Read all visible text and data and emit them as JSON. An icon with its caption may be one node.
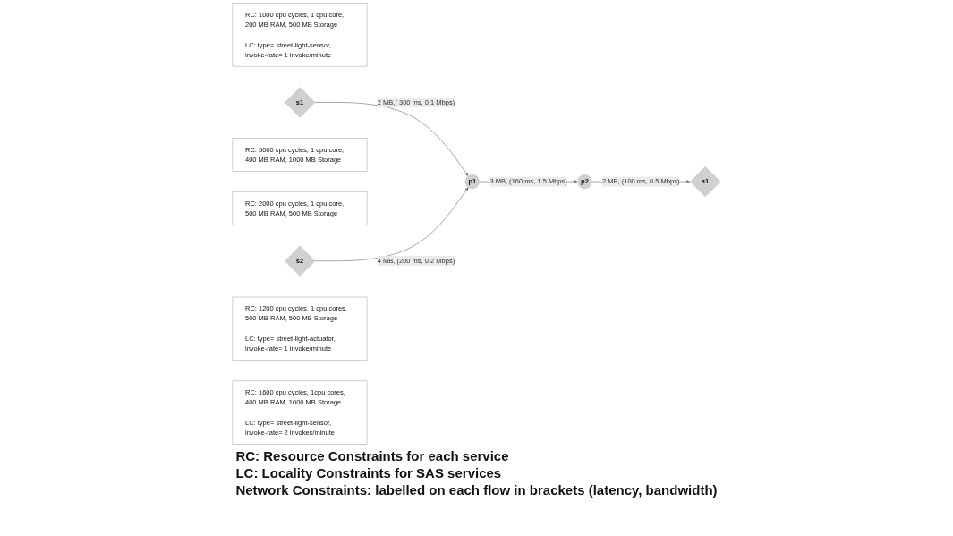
{
  "diagram": {
    "nodes": [
      {
        "text": [
          "RC: 1000 cpu cycles, 1 cpu core, 200 MB RAM, 500 MB Storage",
          "LC: type= street-light-sensor, invoke-rate= 1 invoke/minute"
        ]
      },
      {
        "text": [
          "s1"
        ]
      },
      {
        "text": [
          "RC: 5000 cpu cycles, 1 cpu core, 400 MB RAM, 1000 MB Storage"
        ]
      },
      {
        "text": [
          "RC: 2000 cpu cycles, 1 cpu core, 500 MB RAM, 500 MB Storage"
        ]
      },
      {
        "text": [
          "p1"
        ]
      },
      {
        "text": [
          "p2"
        ]
      },
      {
        "text": [
          "a1"
        ]
      },
      {
        "text": [
          "s2"
        ]
      },
      {
        "text": [
          "RC: 1200 cpu cycles, 1 cpu cores, 500 MB RAM, 500 MB Storage",
          "LC: type= street-light-actuator, invoke-rate= 1 invoke/minute"
        ]
      },
      {
        "text": [
          "RC: 1600 cpu cycles, 1cpu cores, 400 MB RAM, 1000 MB Storage",
          "LC: type= street-light-sensor, invoke-rate= 2 invokes/minute"
        ]
      }
    ],
    "edges": [
      {
        "from": 1,
        "to": 4,
        "arrow": "to",
        "label": "2 MB,( 300 ms, 0.1 Mbps)"
      },
      {
        "from": 7,
        "to": 4,
        "arrow": "to",
        "label": "4 MB, (200 ms, 0.2 Mbps)"
      },
      {
        "from": 4,
        "to": 5,
        "arrow": "to",
        "label": "3 MB, (160 ms, 1.5 Mbps)"
      },
      {
        "from": 5,
        "to": 6,
        "arrow": "to",
        "label": "2 MB, (100 ms, 0.5 Mbps)"
      }
    ],
    "labels": [
      "RC: Resource Constraints for each service",
      "LC: Locality Constraints for SAS services",
      "Network Constraints: labelled on each flow in brackets (latency, bandwidth)"
    ]
  }
}
